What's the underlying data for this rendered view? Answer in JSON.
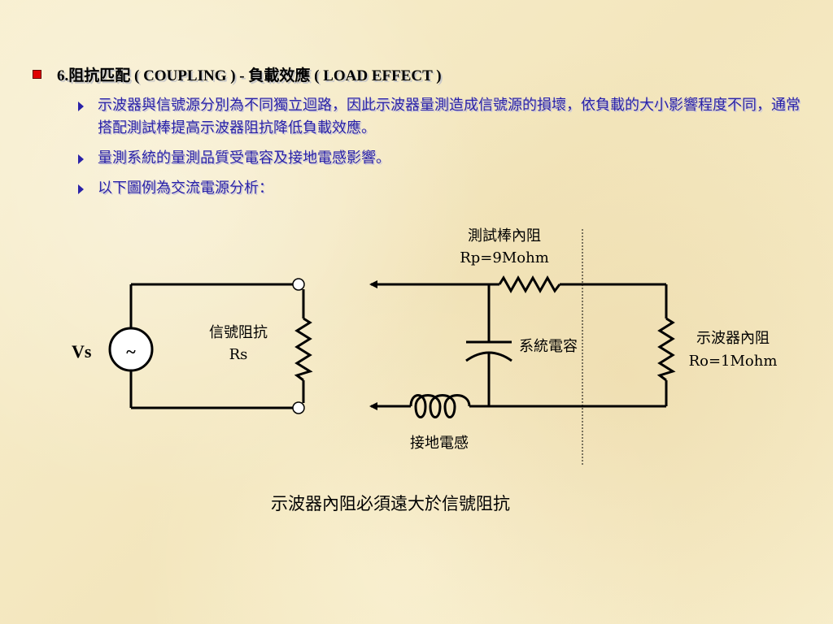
{
  "heading": "6.阻抗匹配 ( COUPLING ) - 負載效應 ( LOAD EFFECT )",
  "bullets": [
    "示波器與信號源分別為不同獨立迴路，因此示波器量測造成信號源的損壞，依負載的大小影響程度不同，通常搭配測試棒提高示波器阻抗降低負載效應。",
    "量測系統的量測品質受電容及接地電感影響。",
    "以下圖例為交流電源分析："
  ],
  "diagram": {
    "source_label": "Vs",
    "source_symbol": "~",
    "signal_impedance": [
      "信號阻抗",
      "Rs"
    ],
    "probe_resistance": [
      "測試棒內阻",
      "Rp=9Mohm"
    ],
    "system_capacitance": "系統電容",
    "scope_resistance": [
      "示波器內阻",
      "Ro=1Mohm"
    ],
    "ground_inductance": "接地電感"
  },
  "caption": "示波器內阻必須遠大於信號阻抗",
  "colors": {
    "bullet_square": "#e00000",
    "bullet_text": "#2a22a8",
    "background": "#f6ecc6"
  }
}
